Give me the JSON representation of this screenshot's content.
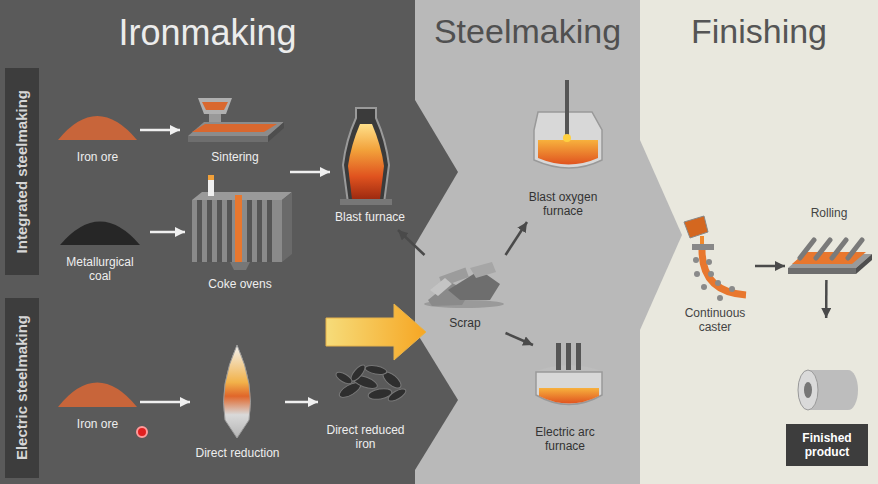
{
  "diagram": {
    "nodes": [
      {
        "text": [
          "Ironmaking"
        ]
      },
      {
        "text": [
          "Integrated steelmaking"
        ],
        "in": 0
      },
      {
        "text": [
          "Iron ore"
        ],
        "in": 0
      },
      {
        "text": [
          "Sintering"
        ],
        "in": 0
      },
      {
        "text": [
          "Blast furnace"
        ],
        "in": 0
      },
      {
        "text": [
          "Metallurgical coal"
        ],
        "in": 0
      },
      {
        "text": [
          "Coke ovens"
        ],
        "in": 0
      },
      {
        "text": [
          "Electric steelmaking"
        ],
        "in": 0
      },
      {
        "text": [
          "Iron ore"
        ],
        "in": 0
      },
      {
        "text": [
          "Direct reduction"
        ],
        "in": 0
      },
      {
        "text": [
          "Direct reduced iron"
        ],
        "in": 0
      },
      {
        "text": [
          "Steelmaking"
        ]
      },
      {
        "text": [
          "Blast oxygen furnace"
        ],
        "in": 11
      },
      {
        "text": [
          "Scrap"
        ],
        "in": 11
      },
      {
        "text": [
          "Electric arc furnace"
        ],
        "in": 11
      },
      {
        "text": [
          "Finishing"
        ]
      },
      {
        "text": [
          "Continuous caster"
        ],
        "in": 15
      },
      {
        "text": [
          "Rolling"
        ],
        "in": 15
      },
      {
        "text": [
          "Finished product"
        ],
        "in": 15
      }
    ],
    "edges": [
      {
        "from": 2,
        "to": 3,
        "arrow": "to"
      },
      {
        "from": 3,
        "to": 4,
        "arrow": "to"
      },
      {
        "from": 5,
        "to": 6,
        "arrow": "to"
      },
      {
        "from": 13,
        "to": 4,
        "arrow": "to"
      },
      {
        "from": 13,
        "to": 12,
        "arrow": "to"
      },
      {
        "from": 13,
        "to": 14,
        "arrow": "to"
      },
      {
        "from": 8,
        "to": 9,
        "arrow": "to"
      },
      {
        "from": 9,
        "to": 10,
        "arrow": "to"
      },
      {
        "from": 16,
        "to": 17,
        "arrow": "to"
      },
      {
        "from": 17,
        "to": 18,
        "arrow": "to"
      }
    ]
  }
}
